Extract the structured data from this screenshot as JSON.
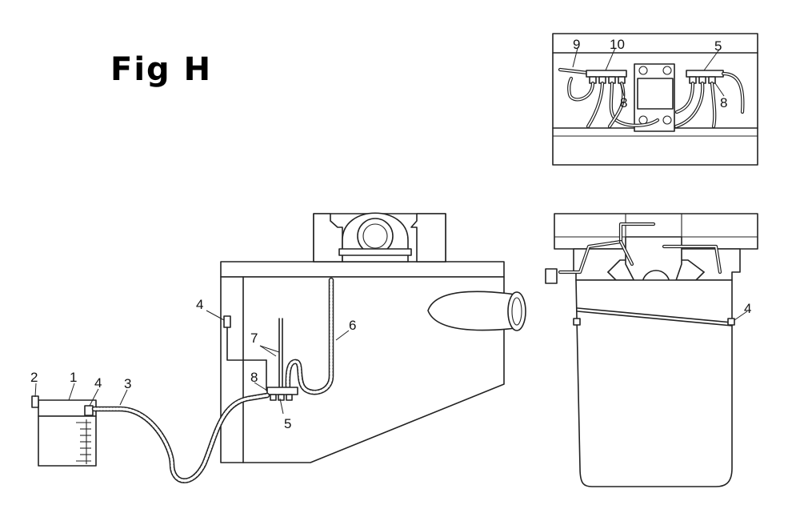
{
  "figure": {
    "title": "Fig H"
  },
  "callouts": {
    "main": [
      "1",
      "2",
      "3",
      "4",
      "4",
      "5",
      "6",
      "7",
      "8"
    ],
    "right": [
      "4"
    ],
    "inset": [
      "9",
      "10",
      "5",
      "8",
      "8"
    ]
  }
}
